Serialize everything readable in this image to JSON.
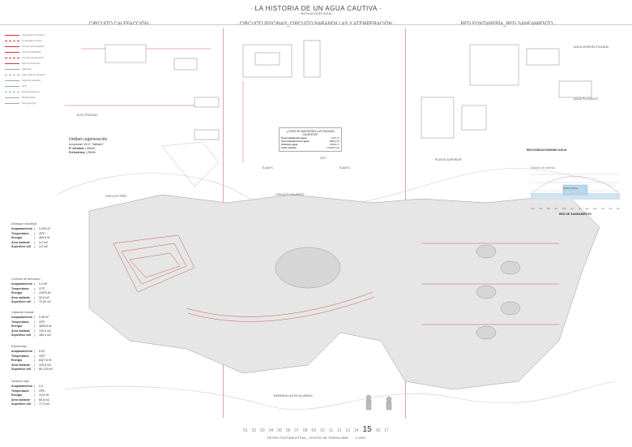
{
  "header": {
    "title": "· LA HISTORIA DE UN AGUA CAUTIVA ·",
    "subtitle": "INSTALACIONES AGUA"
  },
  "sections": [
    "·CIRCUITO CALEFACCIÓN·",
    "· CIRCUITO PISCINAS_CIRCUITO BARANDILLAS Y ATEMPERACIÓN ·",
    "· RED FONTANERÍA_RED SANEAMIENTO ·"
  ],
  "legend": [
    "Temperatura impulsión",
    "Temperatura retorno",
    "Circuito suelo radiante",
    "Circuito barandillas",
    "Circuito atemperación",
    "Red de fontanería",
    "Agua fría",
    "Agua caliente sanitaria",
    "Agua fría sanitaria",
    "ACS",
    "Red saneamiento",
    "Red pluviales",
    "Red agua gris"
  ],
  "cogeneration": {
    "title": "Unidad cogeneración",
    "model": "ecopower 20.0 \"Vaillant\"",
    "rows": [
      {
        "k": "P. térmica",
        "v": "40kW"
      },
      {
        "k": "P.eléctrica",
        "v": "20kW"
      }
    ],
    "legend_label": "ELECTRICIDAD"
  },
  "stats": [
    {
      "title": "Estanque individual",
      "rows": [
        [
          "Acaparamiento",
          "0,025 m³"
        ],
        [
          "Temperatura",
          "40ºC"
        ],
        [
          "Energía",
          "360,6 W"
        ],
        [
          "Área radiante",
          "3,2 m2"
        ],
        [
          "Superficie útil",
          "4,9 m2"
        ]
      ]
    },
    {
      "title": "Corredor de descanso",
      "rows": [
        [
          "Acaparamiento",
          "0,4 m³"
        ],
        [
          "Temperatura",
          "37ºC"
        ],
        [
          "Energía",
          "24976 W"
        ],
        [
          "Área radiante",
          "50,8 m2"
        ],
        [
          "Superficie útil",
          "70,00 m2"
        ]
      ]
    },
    {
      "title": "Cápsulas masaje",
      "rows": [
        [
          "Acaparamiento",
          "0,05 m³"
        ],
        [
          "Temperatura",
          "32ºC"
        ],
        [
          "Energía",
          "3605,8 W"
        ],
        [
          "Área radiante",
          "125,4 m2"
        ],
        [
          "Superficie útil",
          "180,4 m2"
        ]
      ]
    },
    {
      "title": "Espiral bajo",
      "rows": [
        [
          "Acaparamiento",
          "0,03"
        ],
        [
          "Temperatura",
          "33ºC"
        ],
        [
          "Energía",
          "6327,6 W"
        ],
        [
          "Área radiante",
          "125,8 m2"
        ],
        [
          "Superficie útil",
          "80,125 m2"
        ]
      ]
    },
    {
      "title": "Solárium bajo",
      "rows": [
        [
          "Acaparamiento",
          "0,4"
        ],
        [
          "Temperatura",
          "29ºC"
        ],
        [
          "Energía",
          "1224 W"
        ],
        [
          "Área radiante",
          "60,8 m2"
        ],
        [
          "Superficie útil",
          "77,3 m2"
        ]
      ]
    }
  ],
  "pool_box": {
    "title": "¿CÓMO SE MANTIENEN LAS PISCINAS CALIENTES?",
    "rows": [
      [
        "Área tratada alto agua",
        "6,62 m²"
      ],
      [
        "Área tratada termo agua",
        "1800,0 W"
      ],
      [
        "Volumen agua",
        "65,80 m³"
      ],
      [
        "Calor tratado",
        "13,800 Kcal"
      ]
    ]
  },
  "chart_box": {
    "title": "RECOGIDA/CONSUMO AGUA",
    "label": "Déficit hídrico",
    "axis": "Estudio de cisterna",
    "months": [
      "Ene",
      "Feb",
      "Mar",
      "Abr",
      "May",
      "Jun",
      "Jul",
      "Ago",
      "Sep",
      "Oct",
      "Nov",
      "Dic"
    ]
  },
  "saneamiento": {
    "title": "RED DE SANEAMIENTO"
  },
  "labels": {
    "agua_gris": "AGUA GRIS/REUTILIZADA",
    "agua_pluvial": "AGUA PLUVIALES",
    "planta": "PLANTA SUPERIOR",
    "frio": "CIRCUITO FRÍO",
    "caliente": "CIRCUITO CALIENTE",
    "temp1": "TLA40ºC",
    "temp2": "TLA40ºC",
    "temp3": "32ºC",
    "barandillas": "BARANDILLAS EN ALUMINIO"
  },
  "pages": [
    "01",
    "02",
    "03",
    "04",
    "05",
    "06",
    "07",
    "08",
    "09",
    "10",
    "11",
    "12",
    "13",
    "14",
    "15",
    "16",
    "17"
  ],
  "current_page": "15",
  "footer": {
    "text": "RETIRO POSTINDUSTRIAL_ CENTRO DE TERMOLISMO",
    "scale": "e:1/500"
  },
  "colors": {
    "accent": "#c0392b",
    "lines": "#e3a0a0",
    "plan": "#bbbbbb"
  }
}
